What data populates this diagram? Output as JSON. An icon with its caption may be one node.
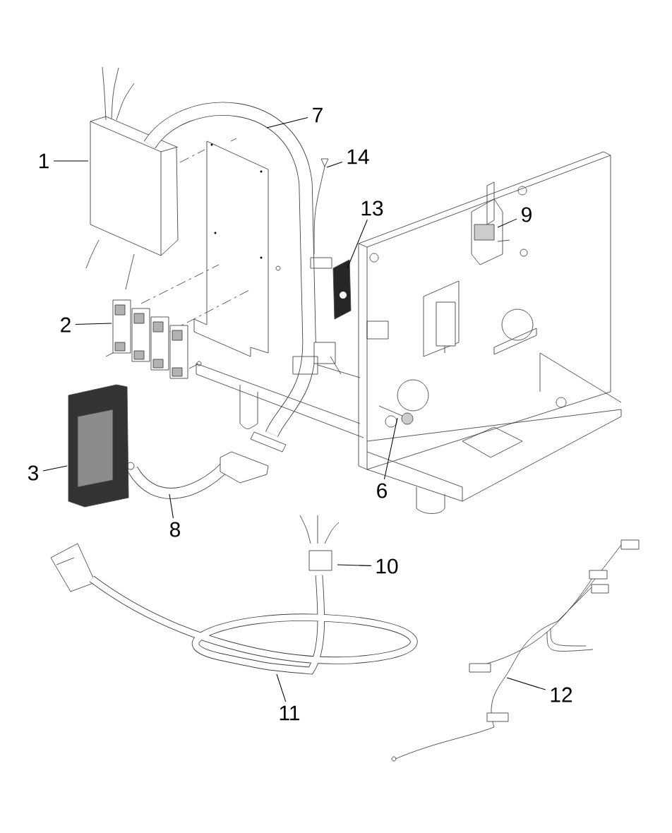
{
  "diagram": {
    "nodes": [
      {
        "text": [
          "7"
        ]
      },
      {
        "text": [
          "14"
        ]
      },
      {
        "text": [
          "1"
        ]
      },
      {
        "text": [
          "13"
        ]
      },
      {
        "text": [
          "9"
        ]
      },
      {
        "text": [
          "2"
        ]
      },
      {
        "text": [
          "3"
        ]
      },
      {
        "text": [
          "6"
        ]
      },
      {
        "text": [
          "8"
        ]
      },
      {
        "text": [
          "10"
        ]
      },
      {
        "text": [
          "12"
        ]
      },
      {
        "text": [
          "11"
        ]
      }
    ],
    "edges": [
      {
        "from": 0,
        "to": null,
        "arrow": "none"
      },
      {
        "from": 1,
        "to": null,
        "arrow": "none"
      },
      {
        "from": 2,
        "to": null,
        "arrow": "none"
      },
      {
        "from": 3,
        "to": null,
        "arrow": "none"
      },
      {
        "from": 4,
        "to": null,
        "arrow": "none"
      },
      {
        "from": 5,
        "to": null,
        "arrow": "none"
      },
      {
        "from": 6,
        "to": null,
        "arrow": "none"
      },
      {
        "from": 7,
        "to": null,
        "arrow": "none"
      },
      {
        "from": 8,
        "to": null,
        "arrow": "none"
      },
      {
        "from": 9,
        "to": null,
        "arrow": "none"
      },
      {
        "from": 10,
        "to": null,
        "arrow": "none"
      },
      {
        "from": 11,
        "to": null,
        "arrow": "none"
      }
    ]
  }
}
